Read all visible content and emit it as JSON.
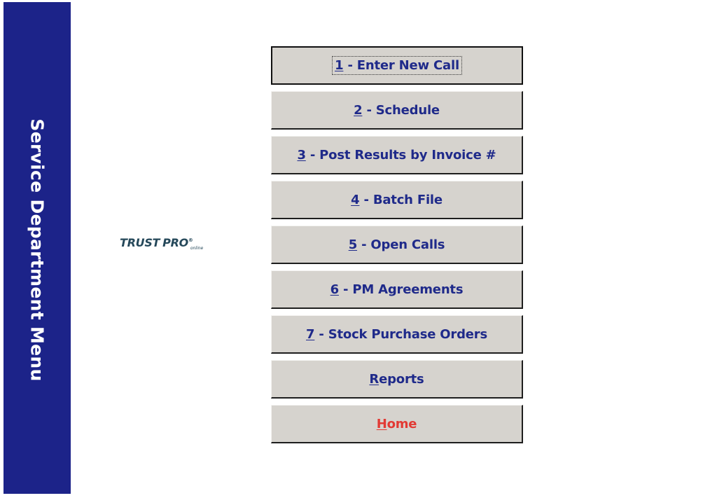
{
  "sidebar": {
    "title": "Service Department Menu",
    "color": "#1c2389"
  },
  "logo": {
    "brand_part1": "TRUST",
    "brand_part2": "PRO",
    "registered": "®",
    "suffix": "online"
  },
  "menu": {
    "buttons": [
      {
        "key": "1",
        "label": " - Enter New Call",
        "focused": true
      },
      {
        "key": "2",
        "label": " - Schedule"
      },
      {
        "key": "3",
        "label": " - Post Results by Invoice #"
      },
      {
        "key": "4",
        "label": " - Batch File"
      },
      {
        "key": "5",
        "label": " - Open Calls"
      },
      {
        "key": "6",
        "label": " - PM Agreements"
      },
      {
        "key": "7",
        "label": " - Stock Purchase Orders"
      },
      {
        "key": "R",
        "label": "eports"
      },
      {
        "key": "H",
        "label": "ome",
        "color": "#e23a34"
      }
    ],
    "text_color": "#1f2a8a",
    "button_color": "#d6d3ce"
  }
}
